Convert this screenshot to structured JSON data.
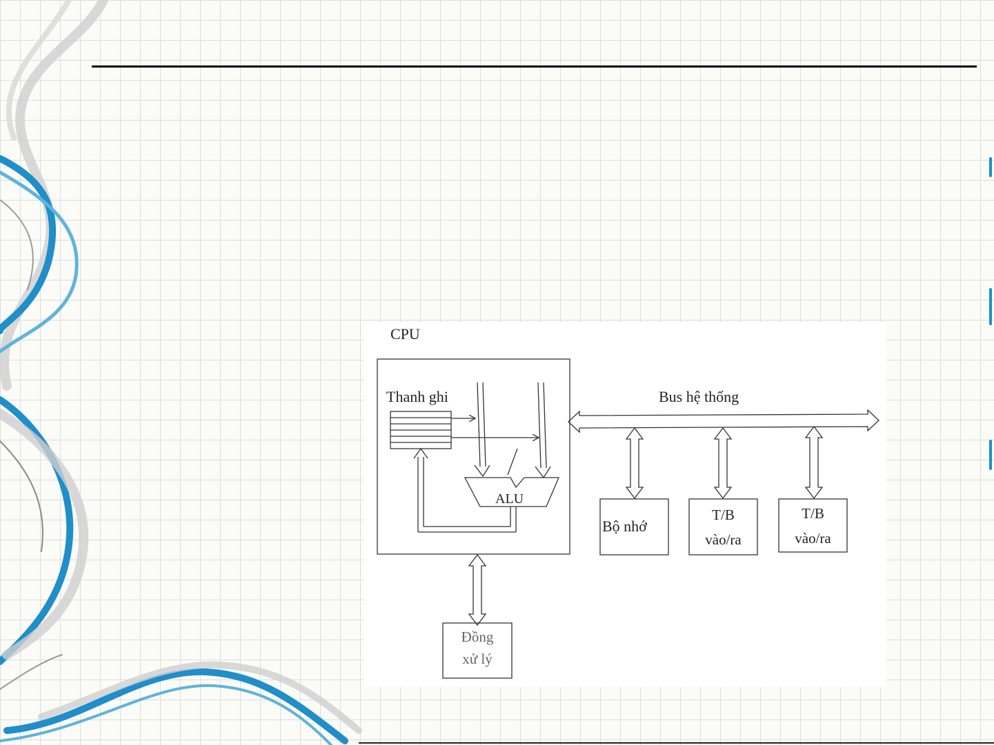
{
  "diagram": {
    "cpu_label": "CPU",
    "registers_label": "Thanh ghi",
    "alu_label": "ALU",
    "system_bus_label": "Bus hệ thống",
    "memory_label": "Bộ nhớ",
    "io_device_1": {
      "line1": "T/B",
      "line2": "vào/ra"
    },
    "io_device_2": {
      "line1": "T/B",
      "line2": "vào/ra"
    },
    "coprocessor": {
      "line1": "Đồng",
      "line2": "xử lý"
    }
  },
  "colors": {
    "background": "#fbfbf7",
    "grid": "#dcdcd8",
    "accent_blue": "#1f8ec9",
    "ribbon_gray": "#c8c8c8",
    "line": "#222222"
  }
}
